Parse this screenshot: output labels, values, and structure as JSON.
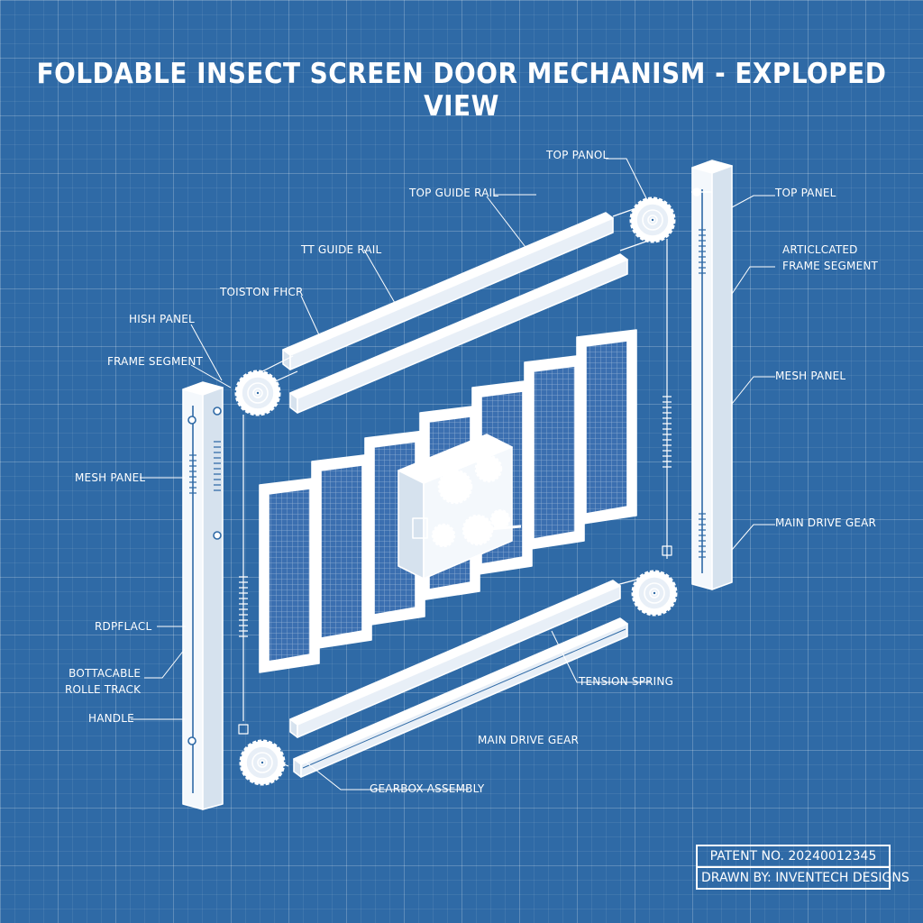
{
  "title": "FOLDABLE INSECT SCREEN DOOR MECHANISM - EXPLOPED VIEW",
  "labels": {
    "top_panol": "TOP PANOL",
    "top_panel": "TOP PANEL",
    "top_guide_rail": "TOP GUIDE RAIL",
    "tt_guide_rail": "TT GUIDE RAIL",
    "toiston_fhcr": "TOISTON FHCR",
    "hish_panel": "HISH PANEL",
    "frame_segment": "FRAME SEGMENT",
    "articlcated": "ARTICLCATED\nFRAME SEGMENT",
    "mesh_panel_left": "MESH PANEL",
    "mesh_panel_right": "MESH PANEL",
    "main_drive_gear_right": "MAIN DRIVE GEAR",
    "rdp_flacl": "RDPFLACL",
    "bottacable": "BOTTACABLE\nROLLE TRACK",
    "handle": "HANDLE",
    "tension_spring": "TENSION SPRING",
    "main_drive_gear_bottom": "MAIN DRIVE GEAR",
    "gearbox_assembly": "GEARBOX ASSEMBLY"
  },
  "stamp": {
    "patent": "PATENT NO. 20240012345",
    "drawn_by": "DRAWN BY: INVENTECH DESIGNS"
  },
  "colors": {
    "background": "#2f6aa6",
    "line": "#ffffff",
    "mesh": "#3b6fb0"
  }
}
